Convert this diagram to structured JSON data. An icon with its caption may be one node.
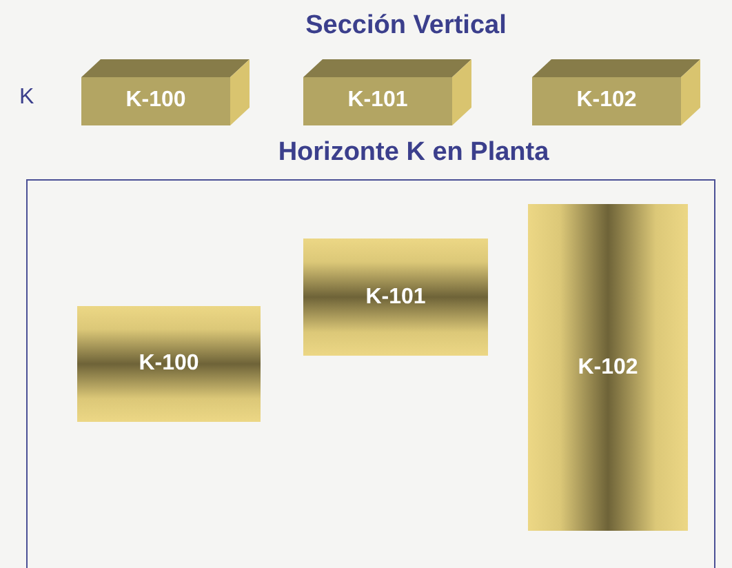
{
  "diagram": {
    "title": "Sección Vertical",
    "nodes": [
      {
        "text": [
          "K-100"
        ]
      },
      {
        "text": [
          "K-101"
        ]
      },
      {
        "text": [
          "K-102"
        ]
      },
      {
        "text": [
          "Horizonte K en Planta"
        ]
      },
      {
        "text": [
          "K-100"
        ],
        "in": 3
      },
      {
        "text": [
          "K-101"
        ],
        "in": 3
      },
      {
        "text": [
          "K-102"
        ],
        "in": 3
      }
    ],
    "labels": [
      "K"
    ]
  }
}
